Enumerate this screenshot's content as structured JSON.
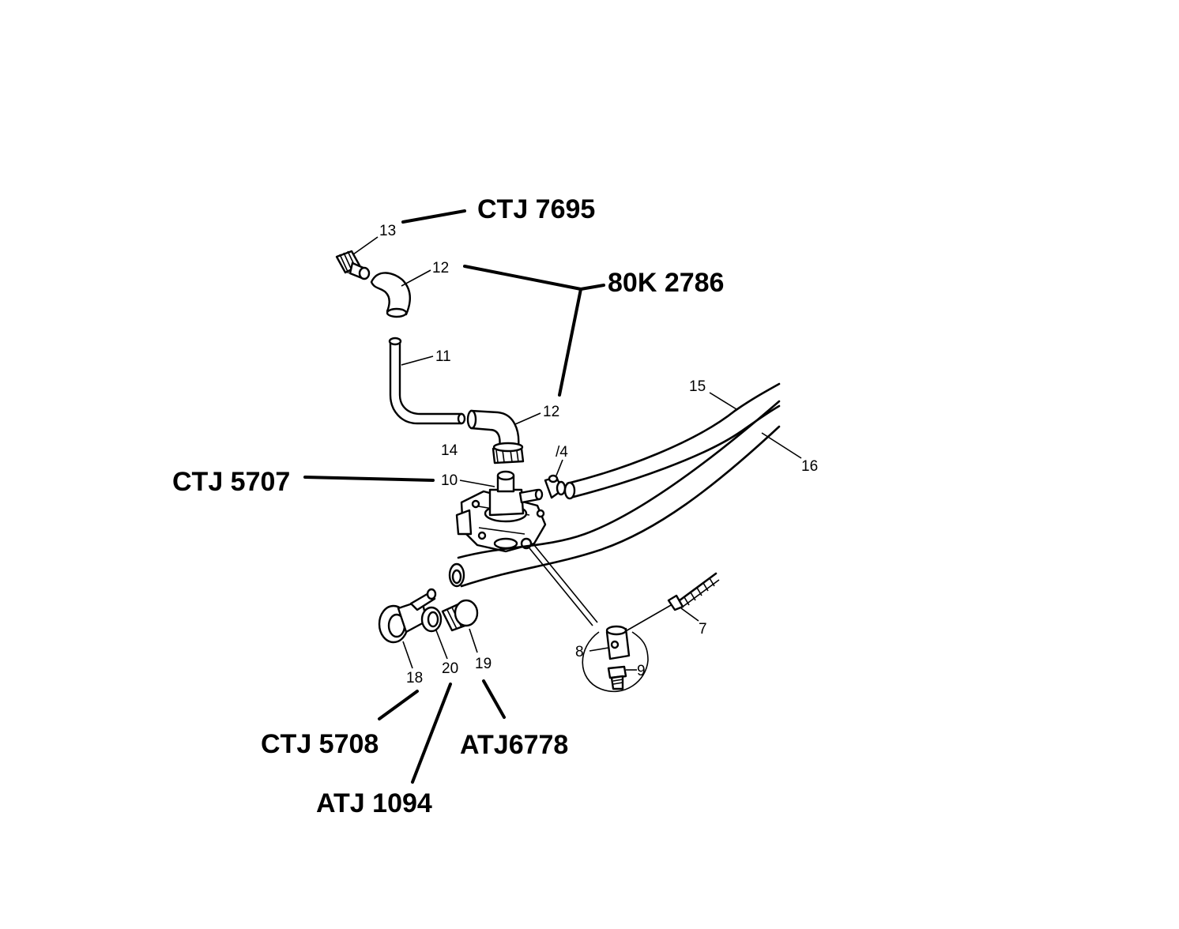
{
  "part_numbers": {
    "ctj_7695": "CTJ 7695",
    "80k_2786": "80K 2786",
    "ctj_5707": "CTJ 5707",
    "ctj_5708": "CTJ 5708",
    "atj_1094": "ATJ 1094",
    "atj6778": "ATJ6778"
  },
  "callouts": {
    "c13": "13",
    "c12_top": "12",
    "c11": "11",
    "c12_lower": "12",
    "c14_left": "14",
    "c14_right": "/4",
    "c10": "10",
    "c15": "15",
    "c16": "16",
    "c7": "7",
    "c8": "8",
    "c9": "9",
    "c18": "18",
    "c20": "20",
    "c19": "19"
  }
}
